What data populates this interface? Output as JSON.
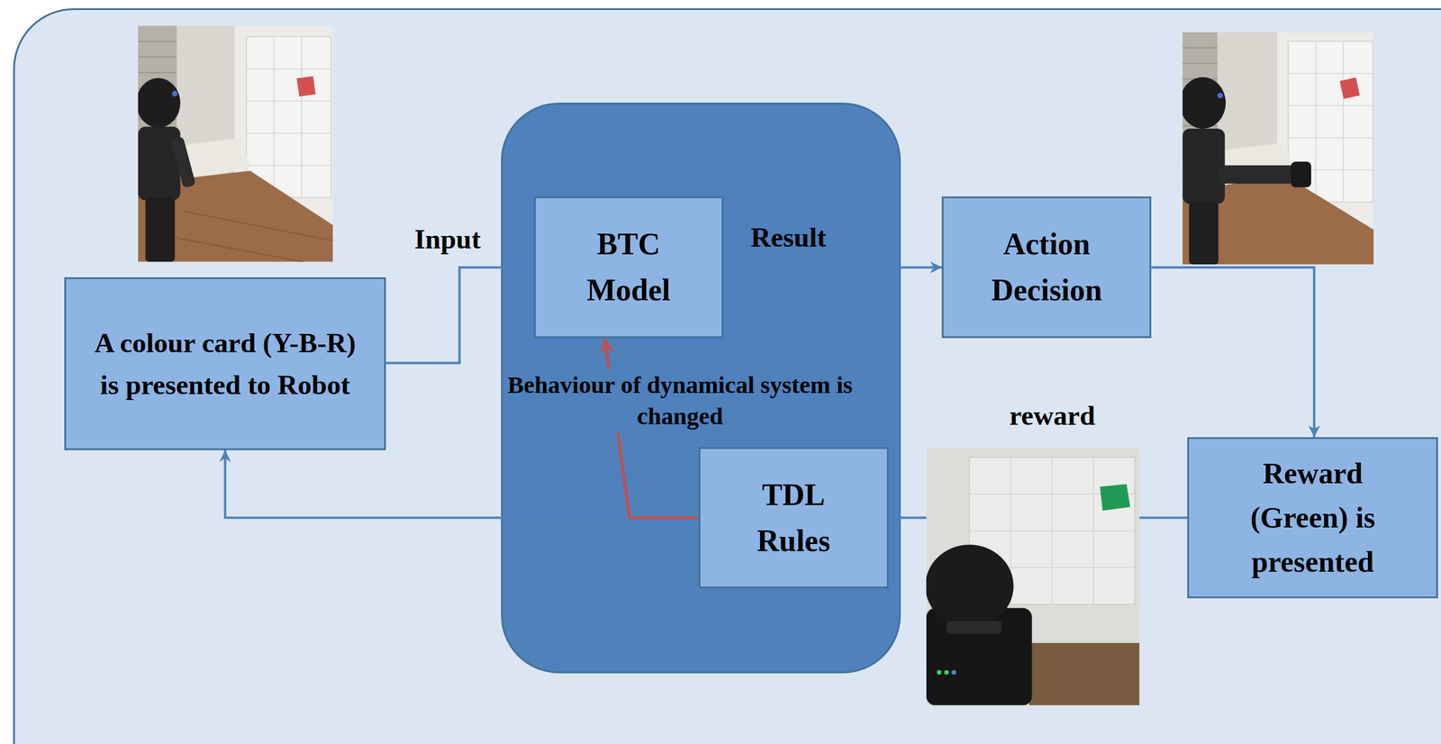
{
  "diagram": {
    "nodes": [
      {
        "text": [
          "A colour card (Y-B-R) is presented to Robot"
        ]
      },
      {
        "text": [
          "Behaviour of dynamical system is changed"
        ]
      },
      {
        "text": [
          "BTC Model"
        ],
        "in": 1
      },
      {
        "text": [
          "TDL Rules"
        ],
        "in": 1
      },
      {
        "text": [
          "Action Decision"
        ]
      },
      {
        "text": [
          "Reward (Green) is presented"
        ]
      }
    ],
    "edges": [
      {
        "from": 0,
        "to": 2,
        "label": "Input",
        "arrow": "to"
      },
      {
        "from": 2,
        "to": 4,
        "label": "Result",
        "arrow": "to"
      },
      {
        "from": 4,
        "to": 5,
        "arrow": "to"
      },
      {
        "from": 5,
        "to": 3,
        "label": "reward",
        "arrow": "to"
      },
      {
        "from": 3,
        "to": 0,
        "arrow": "to"
      },
      {
        "from": 3,
        "to": 2,
        "arrow": "to"
      }
    ]
  }
}
